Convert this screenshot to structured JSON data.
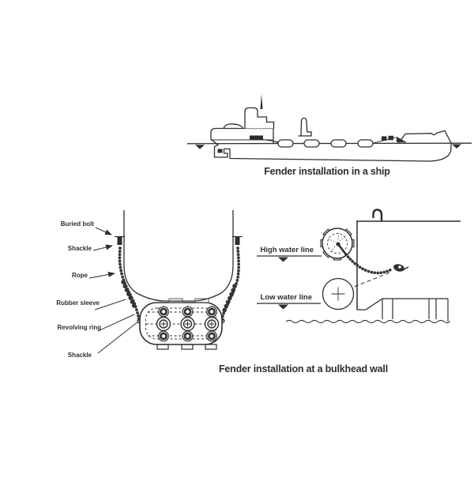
{
  "page": {
    "background": "#ffffff",
    "ink": "#2e2e2e"
  },
  "ship_diagram": {
    "caption": "Fender installation in a ship"
  },
  "cross_section_diagram": {
    "labels": {
      "buried_bolt": "Buried bolt",
      "shackle_upper": "Shackle",
      "rope": "Rope",
      "rubber_sleeve": "Rubber sleeve",
      "revolving_ring": "Revolving ring",
      "shackle_lower": "Shackle"
    }
  },
  "bulkhead_diagram": {
    "caption": "Fender installation at a bulkhead wall",
    "water_lines": {
      "high": "High water line",
      "low": "Low water line"
    }
  }
}
